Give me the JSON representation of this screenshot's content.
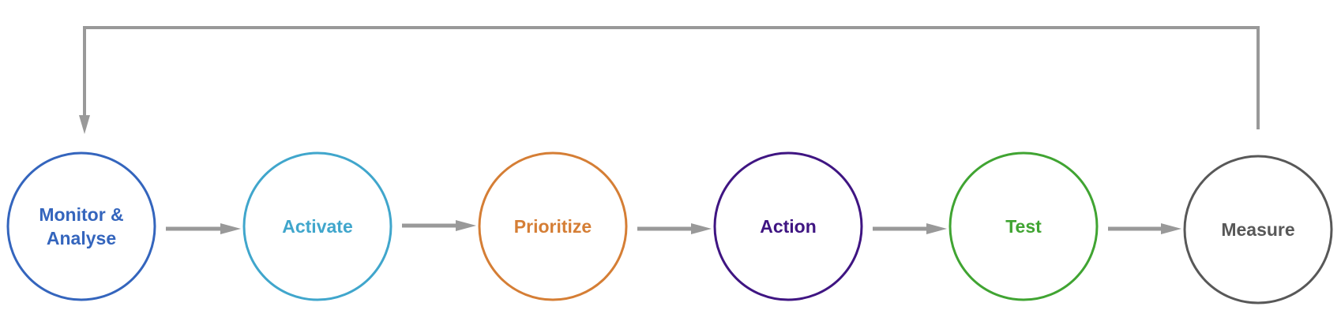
{
  "diagram": {
    "connector_color": "#999999",
    "nodes": [
      {
        "lines": [
          "Monitor &",
          "Analyse"
        ],
        "color": "#3465bd"
      },
      {
        "lines": [
          "Activate"
        ],
        "color": "#40a6cc"
      },
      {
        "lines": [
          "Prioritize"
        ],
        "color": "#d57e35"
      },
      {
        "lines": [
          "Action"
        ],
        "color": "#3f1582"
      },
      {
        "lines": [
          "Test"
        ],
        "color": "#40a432"
      },
      {
        "lines": [
          "Measure"
        ],
        "color": "#585858"
      }
    ]
  }
}
